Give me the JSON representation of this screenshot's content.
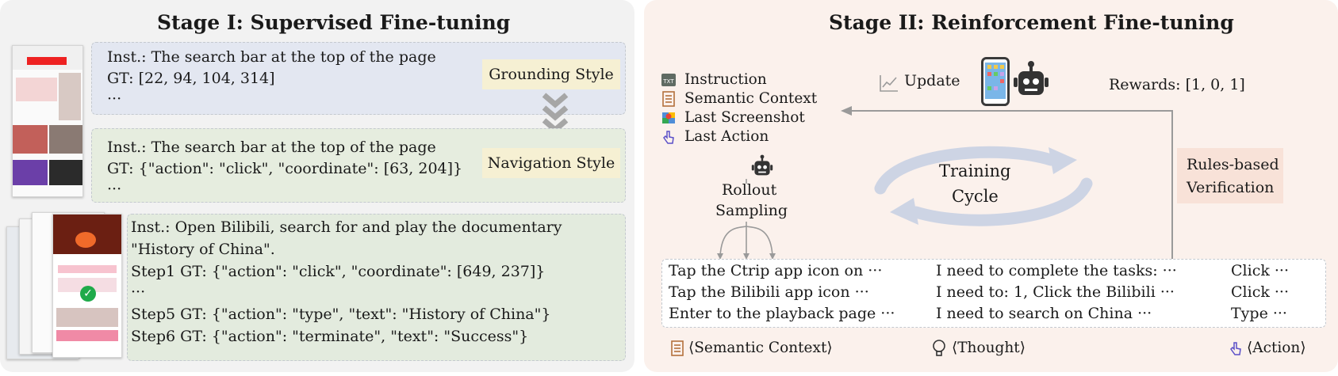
{
  "stage1": {
    "title": "Stage I: Supervised Fine-tuning",
    "grounding": {
      "inst": "Inst.: The search bar at the top of the page",
      "gt": "GT: [22, 94, 104, 314]",
      "ellipsis": "···",
      "tag": "Grounding Style",
      "color": "#e3e7f1",
      "tag_color": "#f6f0d3"
    },
    "navigation": {
      "inst": "Inst.: The search bar at the top of the page",
      "gt": "GT: {\"action\": \"click\", \"coordinate\": [63, 204]}",
      "ellipsis": "···",
      "tag": "Navigation Style",
      "color": "#e6eddf"
    },
    "episode": {
      "lines": [
        "Inst.: Open Bilibili, search for and play the documentary",
        "\"History of China\".",
        "Step1 GT: {\"action\": \"click\", \"coordinate\": [649, 237]}",
        "···",
        "Step5 GT: {\"action\": \"type\", \"text\": \"History of China\"}",
        "Step6 GT: {\"action\": \"terminate\", \"text\": \"Success\"}"
      ],
      "color": "#e3ebde"
    }
  },
  "stage2": {
    "title": "Stage II: Reinforcement Fine-tuning",
    "inputs": [
      {
        "icon": "txt-file-icon",
        "label": "Instruction"
      },
      {
        "icon": "checklist-icon",
        "label": "Semantic Context"
      },
      {
        "icon": "map-icon",
        "label": "Last Screenshot"
      },
      {
        "icon": "tap-hand-icon",
        "label": "Last Action"
      }
    ],
    "update_label": "Update",
    "rewards_label": "Rewards: [1, 0, 1]",
    "verification_label_1": "Rules-based",
    "verification_label_2": "Verification",
    "cycle_label_1": "Training",
    "cycle_label_2": "Cycle",
    "rollout_label_1": "Rollout",
    "rollout_label_2": "Sampling",
    "samples": {
      "semantic": [
        "Tap the Ctrip app icon on ···",
        "Tap the Bilibili app icon ···",
        "Enter to the playback page ···"
      ],
      "thought": [
        "I need to complete the tasks: ···",
        "I need to: 1, Click the Bilibili ···",
        "I need to search on China ···"
      ],
      "action": [
        "Click ···",
        "Click ···",
        "Type ···"
      ]
    },
    "legend": {
      "semantic": "⟨Semantic Context⟩",
      "thought": "⟨Thought⟩",
      "action": "⟨Action⟩"
    },
    "panel_color": "#fbf1ec",
    "verification_color": "#f8e2d8"
  }
}
